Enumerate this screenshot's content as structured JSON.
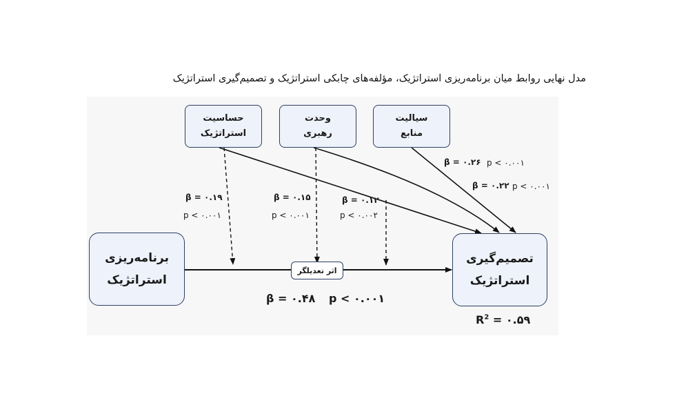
{
  "caption": "مدل نهایی روابط میان برنامه‌ریزی استراتژیک، مؤلفه‌های چابکی استراتژیک و تصمیم‌گیری استراتژیک",
  "boxes": {
    "sensitivity": {
      "line1": "حساسیت",
      "line2": "استراتژیک"
    },
    "leadership": {
      "line1": "وحدت",
      "line2": "رهبری"
    },
    "fluidity": {
      "line1": "سیالیت",
      "line2": "منابع"
    },
    "planning": {
      "line1": "برنامه‌ریزی",
      "line2": "استراتژیک"
    },
    "decision": {
      "line1": "تصمیم‌گیری",
      "line2": "استراتژیک"
    },
    "moderator": "اثر تعدیلگر"
  },
  "labels": {
    "fluidity_beta": "β = ۰.۲۶",
    "fluidity_p": "p < ۰.۰۰۱",
    "leader_direct_beta": "β = ۰.۲۲",
    "leader_direct_p": "p < ۰.۰۰۱",
    "sens_mod_beta": "β = ۰.۱۹",
    "sens_mod_p": "p < ۰.۰۰۱",
    "lead_mod_beta": "β = ۰.۱۵",
    "lead_mod_p": "p < ۰.۰۰۱",
    "third_mod_beta": "β = ۰.۱۲",
    "third_mod_p": "p < ۰.۰۰۲",
    "main_beta": "β = ۰.۴۸",
    "main_p": "p < ۰.۰۰۱",
    "r2_prefix": "R",
    "r2_sup": "2",
    "r2_value": " = ۰.۵۹"
  },
  "colors": {
    "box_fill": "#eef2fa",
    "box_border": "#2b3e63",
    "arrow": "#111111"
  }
}
